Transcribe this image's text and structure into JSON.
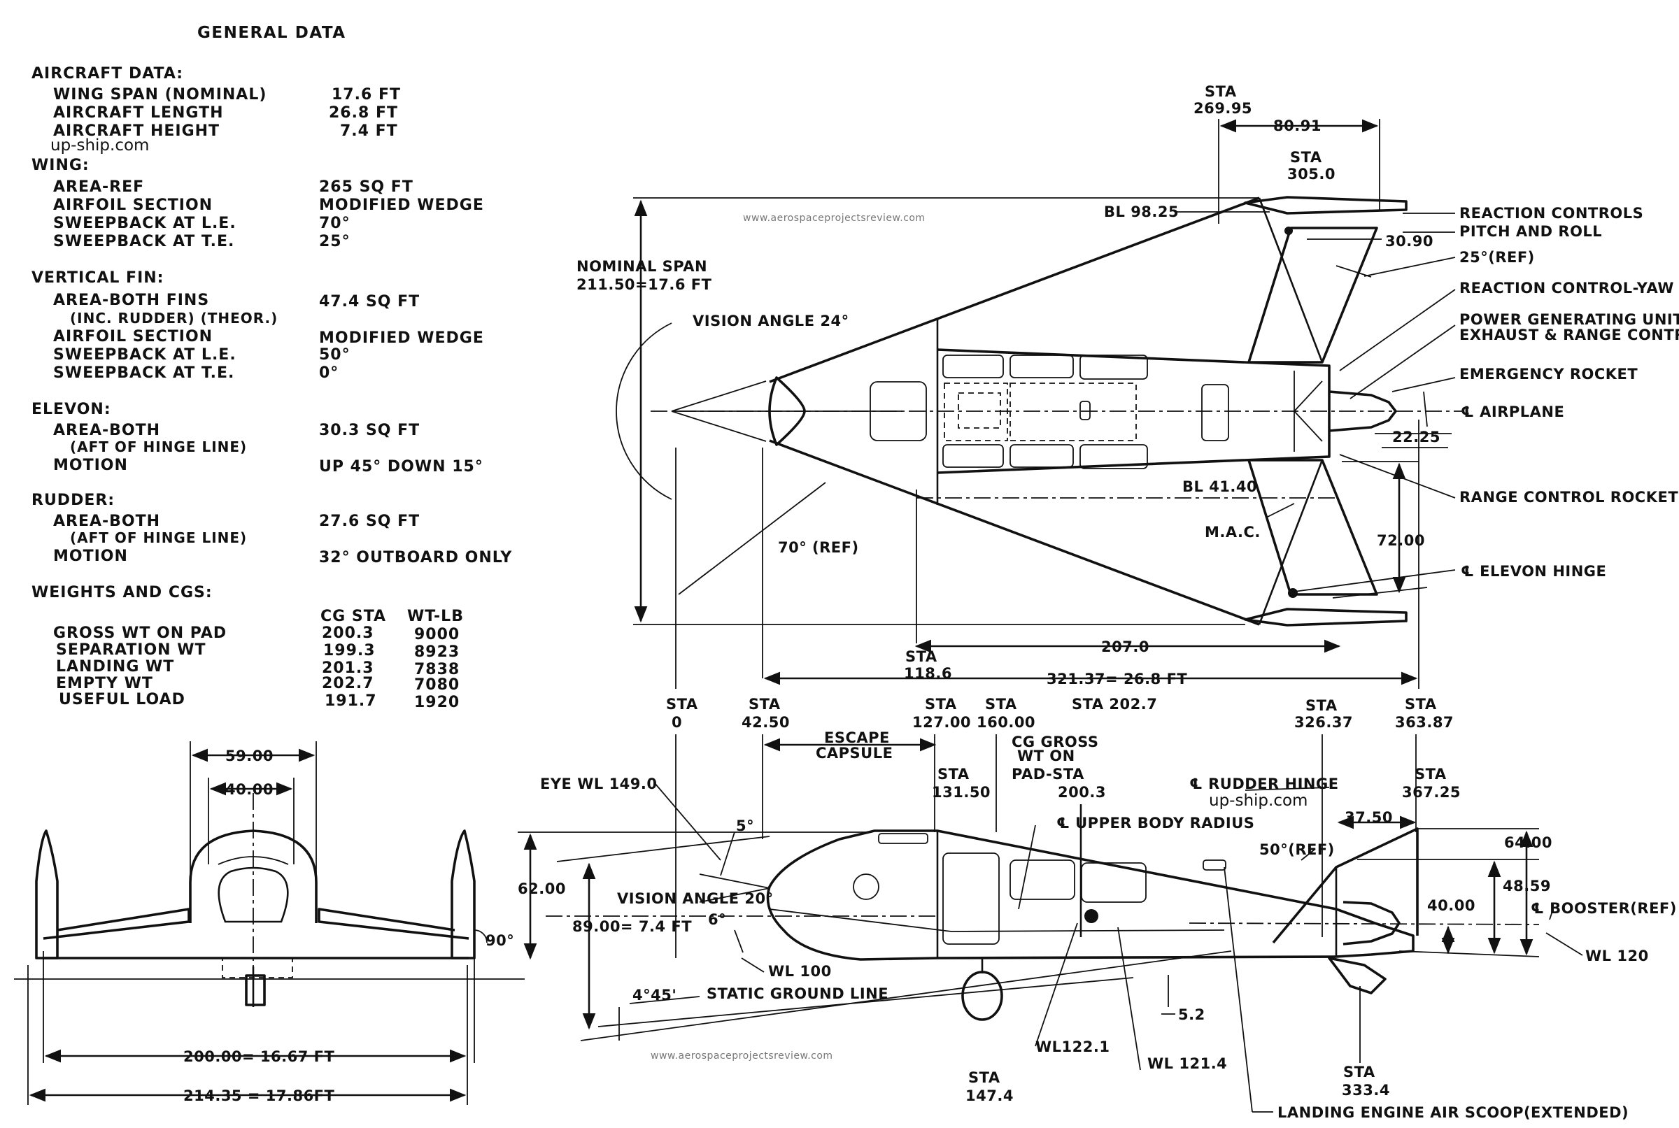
{
  "general": {
    "title": "GENERAL DATA",
    "aircraft_data": {
      "heading": "AIRCRAFT DATA:",
      "rows": [
        {
          "label": "WING SPAN (NOMINAL)",
          "value": "17.6 FT"
        },
        {
          "label": "AIRCRAFT LENGTH",
          "value": "26.8 FT"
        },
        {
          "label": "AIRCRAFT HEIGHT",
          "value": "7.4 FT"
        }
      ]
    },
    "wing": {
      "heading": "WING:",
      "rows": [
        {
          "label": "AREA-REF",
          "value": "265 SQ FT"
        },
        {
          "label": "AIRFOIL SECTION",
          "value": "MODIFIED WEDGE"
        },
        {
          "label": "SWEEPBACK AT L.E.",
          "value": "70°"
        },
        {
          "label": "SWEEPBACK AT T.E.",
          "value": "25°"
        }
      ]
    },
    "vertical_fin": {
      "heading": "VERTICAL FIN:",
      "rows": [
        {
          "label": "AREA-BOTH FINS",
          "value": "47.4 SQ FT"
        },
        {
          "label": "(INC. RUDDER) (THEOR.)",
          "value": ""
        },
        {
          "label": "AIRFOIL SECTION",
          "value": "MODIFIED WEDGE"
        },
        {
          "label": "SWEEPBACK AT L.E.",
          "value": "50°"
        },
        {
          "label": "SWEEPBACK AT T.E.",
          "value": "0°"
        }
      ]
    },
    "elevon": {
      "heading": "ELEVON:",
      "rows": [
        {
          "label": "AREA-BOTH",
          "value": "30.3 SQ FT"
        },
        {
          "label": "(AFT OF HINGE LINE)",
          "value": ""
        },
        {
          "label": "MOTION",
          "value": "UP 45°  DOWN 15°"
        }
      ]
    },
    "rudder": {
      "heading": "RUDDER:",
      "rows": [
        {
          "label": "AREA-BOTH",
          "value": "27.6 SQ FT"
        },
        {
          "label": "(AFT OF HINGE LINE)",
          "value": ""
        },
        {
          "label": "MOTION",
          "value": "32° OUTBOARD ONLY"
        }
      ]
    },
    "weights": {
      "heading": "WEIGHTS AND CGS:",
      "col_cg": "CG STA",
      "col_wt": "WT-LB",
      "rows": [
        {
          "label": "GROSS WT ON PAD",
          "cg": "200.3",
          "wt": "9000"
        },
        {
          "label": "SEPARATION WT",
          "cg": "199.3",
          "wt": "8923"
        },
        {
          "label": "LANDING WT",
          "cg": "201.3",
          "wt": "7838"
        },
        {
          "label": "EMPTY WT",
          "cg": "202.7",
          "wt": "7080"
        },
        {
          "label": "USEFUL LOAD",
          "cg": "191.7",
          "wt": "1920"
        }
      ]
    }
  },
  "watermarks": {
    "site_top": "up-ship.com",
    "site_side": "up-ship.com",
    "apr_top": "www.aerospaceprojectsreview.com",
    "apr_bottom": "www.aerospaceprojectsreview.com"
  },
  "plan_view": {
    "sta_269": "STA",
    "sta_269_val": "269.95",
    "dim_80": "80.91",
    "sta_305": "STA",
    "sta_305_val": "305.0",
    "bl_98": "BL 98.25",
    "dim_30": "30.90",
    "nominal_span_1": "NOMINAL  SPAN",
    "nominal_span_2": "211.50=17.6 FT",
    "vision_angle": "VISION ANGLE 24°",
    "reaction_pitch_1": "REACTION CONTROLS",
    "reaction_pitch_2": "PITCH AND ROLL",
    "ref_25": "25°(REF)",
    "reaction_yaw": "REACTION CONTROL-YAW",
    "power_unit_1": "POWER GENERATING UNIT",
    "power_unit_2": "EXHAUST & RANGE CONTROL",
    "emergency_rocket": "EMERGENCY ROCKET",
    "cl_airplane": "℄ AIRPLANE",
    "dim_22": "22.25",
    "bl_41": "BL 41.40",
    "range_rocket": "RANGE CONTROL ROCKET",
    "mac": "M.A.C.",
    "ref_70": "70° (REF)",
    "dim_72": "72.00",
    "cl_elevon": "℄  ELEVON HINGE",
    "dim_207": "207.0",
    "sta_118": "STA",
    "sta_118_val": "118.6",
    "dim_321": "321.37= 26.8 FT"
  },
  "stations": [
    {
      "top": "STA",
      "val": "0"
    },
    {
      "top": "STA",
      "val": "42.50"
    },
    {
      "top": "STA",
      "val": "127.00"
    },
    {
      "top": "STA",
      "val": "160.00"
    },
    {
      "top": "STA 202.7",
      "val": ""
    },
    {
      "top": "STA",
      "val": "326.37"
    },
    {
      "top": "STA",
      "val": "363.87"
    }
  ],
  "side_view": {
    "escape_1": "ESCAPE",
    "escape_2": "CAPSULE",
    "cg_1": "CG GROSS",
    "cg_2": "WT ON",
    "cg_3": "PAD-STA",
    "cg_4": "200.3",
    "sta_131": "STA",
    "sta_131_val": "131.50",
    "eye_wl": "EYE WL 149.0",
    "deg5": "5°",
    "upper_body": "℄  UPPER BODY RADIUS",
    "rudder_hinge": "℄ RUDDER HINGE",
    "sta_367": "STA",
    "sta_367_val": "367.25",
    "dim_37": "37.50",
    "ref_50": "50°(REF)",
    "dim_62": "62.00",
    "vision20": "VISION ANGLE 20°",
    "dim_89": "89.00= 7.4 FT",
    "deg6": "6°",
    "wl100": "WL 100",
    "deg445": "4°45'",
    "ground_line": "STATIC GROUND LINE",
    "dim_64": "64.00",
    "dim_48": "48.59",
    "dim_40": "40.00",
    "booster": "℄ BOOSTER(REF)",
    "wl120": "WL 120",
    "dim_52": "5.2",
    "wl1221": "WL122.1",
    "wl1214": "WL 121.4",
    "sta_147": "STA",
    "sta_147_val": "147.4",
    "sta_333": "STA",
    "sta_333_val": "333.4",
    "scoop": "LANDING ENGINE AIR SCOOP(EXTENDED)"
  },
  "front_view": {
    "dim_59": "59.00",
    "dim_40": "40.00",
    "deg90": "90°",
    "dim_200": "200.00= 16.67 FT",
    "dim_214": "214.35 = 17.86FT"
  }
}
